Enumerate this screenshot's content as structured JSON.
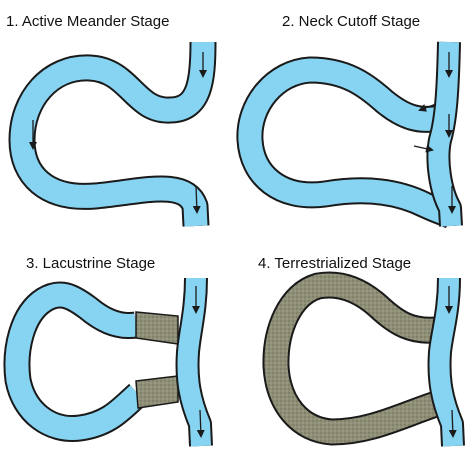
{
  "panels": [
    {
      "title": "1. Active Meander Stage"
    },
    {
      "title": "2. Neck Cutoff Stage"
    },
    {
      "title": "3. Lacustrine Stage"
    },
    {
      "title": "4. Terrestrialized Stage"
    }
  ],
  "colors": {
    "water": "#87d4f2",
    "sediment": "#8f8f77",
    "outline": "#1a1a1a",
    "arrow": "#1a1a1a"
  },
  "icons": {
    "flow": "flow-arrow-icon"
  }
}
